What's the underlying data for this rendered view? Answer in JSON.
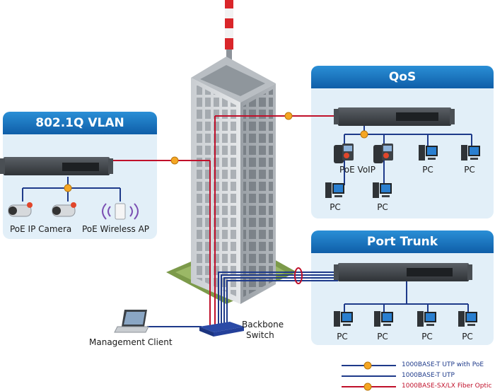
{
  "panels": {
    "vlan": "802.1Q VLAN",
    "qos": "QoS",
    "trunk": "Port Trunk"
  },
  "labels": {
    "poe_ip_camera": "PoE IP Camera",
    "poe_wireless_ap": "PoE Wireless AP",
    "poe_voip": "PoE VoIP",
    "pc": "PC",
    "backbone": "Backbone",
    "switch": "Switch",
    "management_client": "Management Client"
  },
  "legend": {
    "utp_poe": "1000BASE-T UTP with PoE",
    "utp": "1000BASE-T UTP",
    "fiber": "1000BASE-SX/LX Fiber Optic"
  },
  "colors": {
    "utp": "#1e3a8a",
    "fiber": "#c0102a",
    "poe_marker": "#f5a623",
    "panel_header": "#1a73c4",
    "panel_bg": "#e2eff8"
  },
  "icons": {
    "switch": "network-switch-icon",
    "camera": "ip-camera-icon",
    "ap": "wireless-ap-icon",
    "phone": "voip-phone-icon",
    "pc": "desktop-pc-icon",
    "laptop": "laptop-icon",
    "building": "office-tower-icon"
  }
}
